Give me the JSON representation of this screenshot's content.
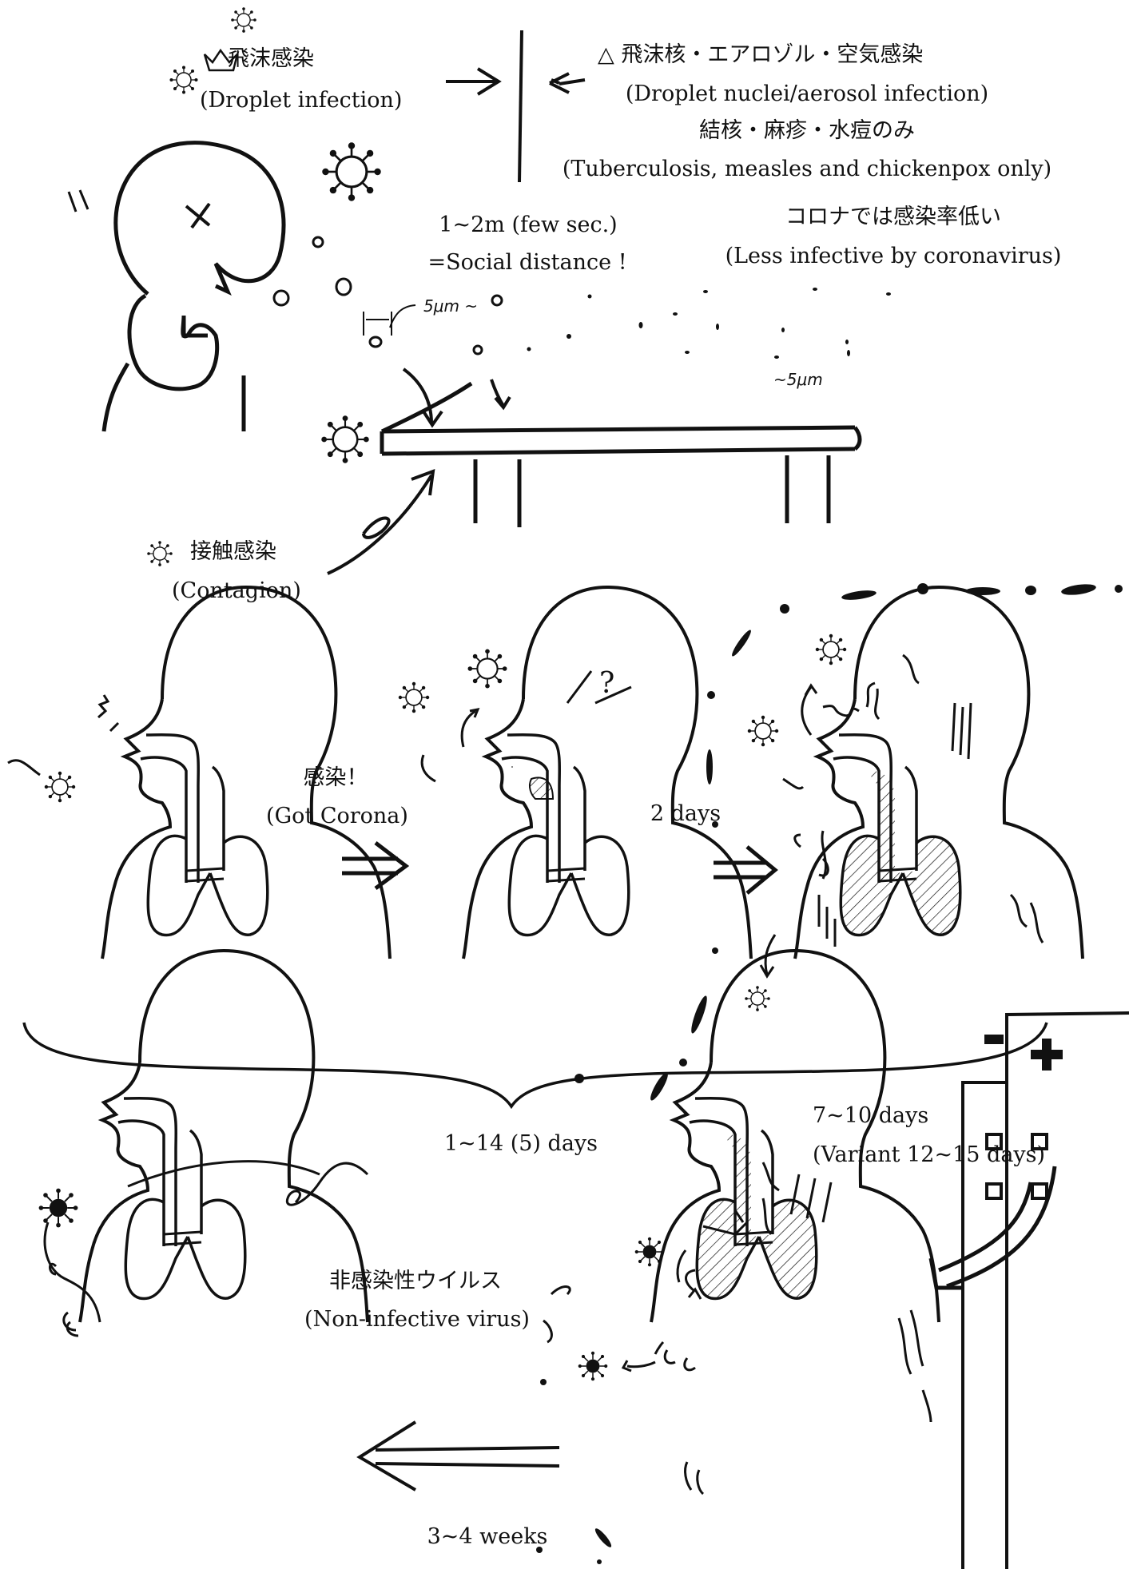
{
  "top": {
    "droplet": {
      "jp": "飛沫感染",
      "en": "(Droplet infection)"
    },
    "aerosol": {
      "jp": "△ 飛沫核・エアロゾル・空気感染",
      "en": "(Droplet nuclei/aerosol infection)",
      "jp2": "結核・麻疹・水痘のみ",
      "en2": "(Tuberculosis, measles and chickenpox only)"
    },
    "distance": {
      "line1": "1~2m (few sec.)",
      "line2": "=Social distance !"
    },
    "corona_low": {
      "jp": "コロナでは感染率低い",
      "en": "(Less infective by coronavirus)"
    },
    "size_large": "5μm ~",
    "size_small": "~5μm",
    "contact": {
      "jp": "接触感染",
      "en": "(Contagion)"
    }
  },
  "middle": {
    "infected": {
      "jp": "感染！",
      "en": "(Got Corona)"
    },
    "question": "?",
    "two_days": "2 days",
    "incubation": "1~14 (5) days",
    "severe": {
      "line1": "7~10 days",
      "line2": "(Variant 12~15 days)"
    }
  },
  "bottom": {
    "noninfective": {
      "jp": "非感染性ウイルス",
      "en": "(Non-infective virus)"
    },
    "recovery": "3~4 weeks"
  }
}
